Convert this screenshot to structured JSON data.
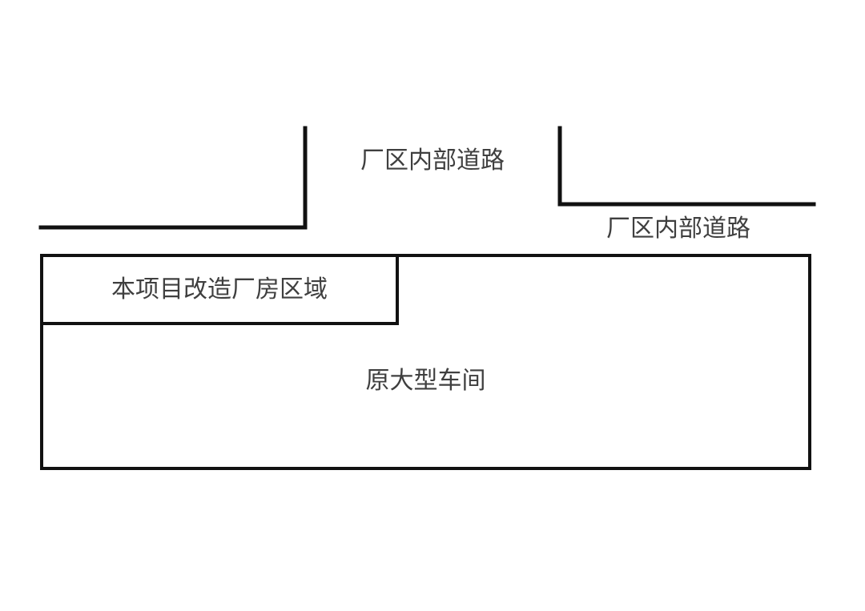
{
  "diagram": {
    "background_color": "#ffffff",
    "line_color": "#111111",
    "text_color": "#3f3f3f",
    "road_labels": {
      "top": "厂区内部道路",
      "right": "厂区内部道路"
    },
    "areas": {
      "renovation": "本项目改造厂房区域",
      "workshop": "原大型车间"
    }
  }
}
